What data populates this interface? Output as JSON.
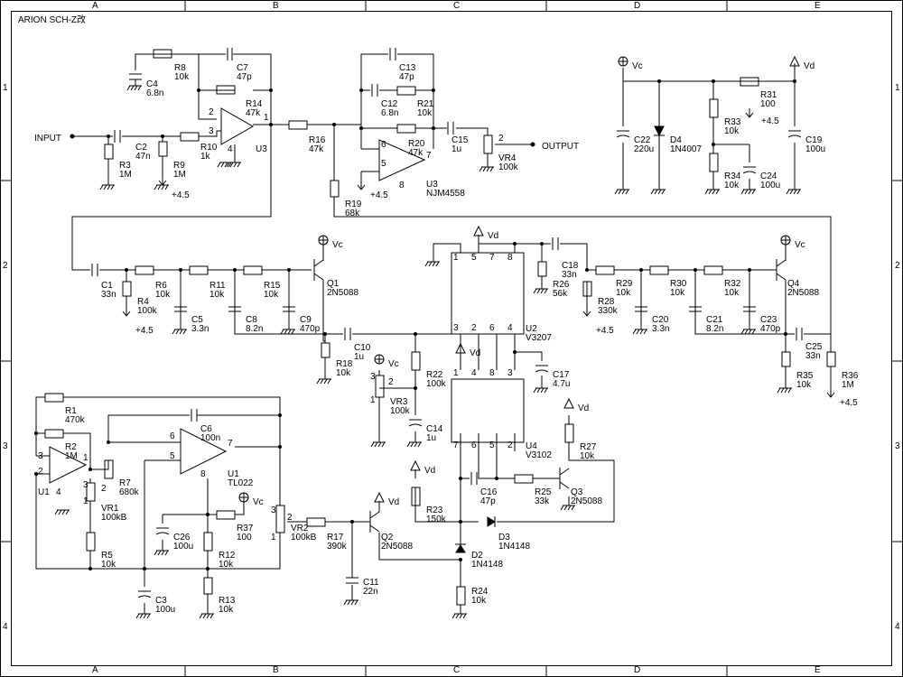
{
  "title": "ARION SCH-Z改",
  "grid": {
    "columns": [
      "A",
      "B",
      "C",
      "D",
      "E"
    ],
    "rows": [
      "1",
      "2",
      "3",
      "4"
    ]
  },
  "io": {
    "input": "INPUT",
    "output": "OUTPUT"
  },
  "rails": {
    "vc": "Vc",
    "vd": "Vd",
    "bias": "+4.5"
  },
  "components": [
    {
      "ref": "R8",
      "value": "10k"
    },
    {
      "ref": "C4",
      "value": "6.8n"
    },
    {
      "ref": "C7",
      "value": "47p"
    },
    {
      "ref": "R14",
      "value": "47k"
    },
    {
      "ref": "C2",
      "value": "47n"
    },
    {
      "ref": "R3",
      "value": "1M"
    },
    {
      "ref": "R9",
      "value": "1M"
    },
    {
      "ref": "R10",
      "value": "1k"
    },
    {
      "ref": "R16",
      "value": "47k"
    },
    {
      "ref": "C13",
      "value": "47p"
    },
    {
      "ref": "C12",
      "value": "6.8n"
    },
    {
      "ref": "R21",
      "value": "10k"
    },
    {
      "ref": "R20",
      "value": "47k"
    },
    {
      "ref": "C15",
      "value": "1u"
    },
    {
      "ref": "VR4",
      "value": "100k"
    },
    {
      "ref": "R19",
      "value": "68k"
    },
    {
      "ref": "U3",
      "value": "NJM4558"
    },
    {
      "ref": "C22",
      "value": "220u"
    },
    {
      "ref": "D4",
      "value": "1N4007"
    },
    {
      "ref": "R31",
      "value": "100"
    },
    {
      "ref": "R33",
      "value": "10k"
    },
    {
      "ref": "R34",
      "value": "10k"
    },
    {
      "ref": "C24",
      "value": "100u"
    },
    {
      "ref": "C19",
      "value": "100u"
    },
    {
      "ref": "C1",
      "value": "33n"
    },
    {
      "ref": "R4",
      "value": "100k"
    },
    {
      "ref": "R6",
      "value": "10k"
    },
    {
      "ref": "C5",
      "value": "3.3n"
    },
    {
      "ref": "R11",
      "value": "10k"
    },
    {
      "ref": "C8",
      "value": "8.2n"
    },
    {
      "ref": "R15",
      "value": "10k"
    },
    {
      "ref": "C9",
      "value": "470p"
    },
    {
      "ref": "Q1",
      "value": "2N5088"
    },
    {
      "ref": "R18",
      "value": "10k"
    },
    {
      "ref": "C10",
      "value": "1u"
    },
    {
      "ref": "U2",
      "value": "V3207"
    },
    {
      "ref": "C18",
      "value": "33n"
    },
    {
      "ref": "R26",
      "value": "56k"
    },
    {
      "ref": "R29",
      "value": "10k"
    },
    {
      "ref": "R28",
      "value": "330k"
    },
    {
      "ref": "C20",
      "value": "3.3n"
    },
    {
      "ref": "R30",
      "value": "10k"
    },
    {
      "ref": "C21",
      "value": "8.2n"
    },
    {
      "ref": "R32",
      "value": "10k"
    },
    {
      "ref": "C23",
      "value": "470p"
    },
    {
      "ref": "Q4",
      "value": "2N5088"
    },
    {
      "ref": "C25",
      "value": "33n"
    },
    {
      "ref": "R35",
      "value": "10k"
    },
    {
      "ref": "R36",
      "value": "1M"
    },
    {
      "ref": "R1",
      "value": "470k"
    },
    {
      "ref": "R2",
      "value": "1M"
    },
    {
      "ref": "VR1",
      "value": "100kB"
    },
    {
      "ref": "R5",
      "value": "10k"
    },
    {
      "ref": "C6",
      "value": "100n"
    },
    {
      "ref": "R7",
      "value": "680k"
    },
    {
      "ref": "U1",
      "value": "TL022"
    },
    {
      "ref": "C26",
      "value": "100u"
    },
    {
      "ref": "R37",
      "value": "100"
    },
    {
      "ref": "R12",
      "value": "10k"
    },
    {
      "ref": "R13",
      "value": "10k"
    },
    {
      "ref": "C3",
      "value": "100u"
    },
    {
      "ref": "VR2",
      "value": "100kB"
    },
    {
      "ref": "R17",
      "value": "390k"
    },
    {
      "ref": "C11",
      "value": "22n"
    },
    {
      "ref": "Q2",
      "value": "2N5088"
    },
    {
      "ref": "VR3",
      "value": "100k"
    },
    {
      "ref": "C14",
      "value": "1u"
    },
    {
      "ref": "R22",
      "value": "100k"
    },
    {
      "ref": "R23",
      "value": "150k"
    },
    {
      "ref": "U4",
      "value": "V3102"
    },
    {
      "ref": "C17",
      "value": "4.7u"
    },
    {
      "ref": "C16",
      "value": "47p"
    },
    {
      "ref": "R25",
      "value": "33k"
    },
    {
      "ref": "Q3",
      "value": "2N5088"
    },
    {
      "ref": "R27",
      "value": "10k"
    },
    {
      "ref": "D3",
      "value": "1N4148"
    },
    {
      "ref": "D2",
      "value": "1N4148"
    },
    {
      "ref": "R24",
      "value": "10k"
    }
  ],
  "pins": [
    "1",
    "2",
    "3",
    "4",
    "5",
    "6",
    "7",
    "8"
  ]
}
